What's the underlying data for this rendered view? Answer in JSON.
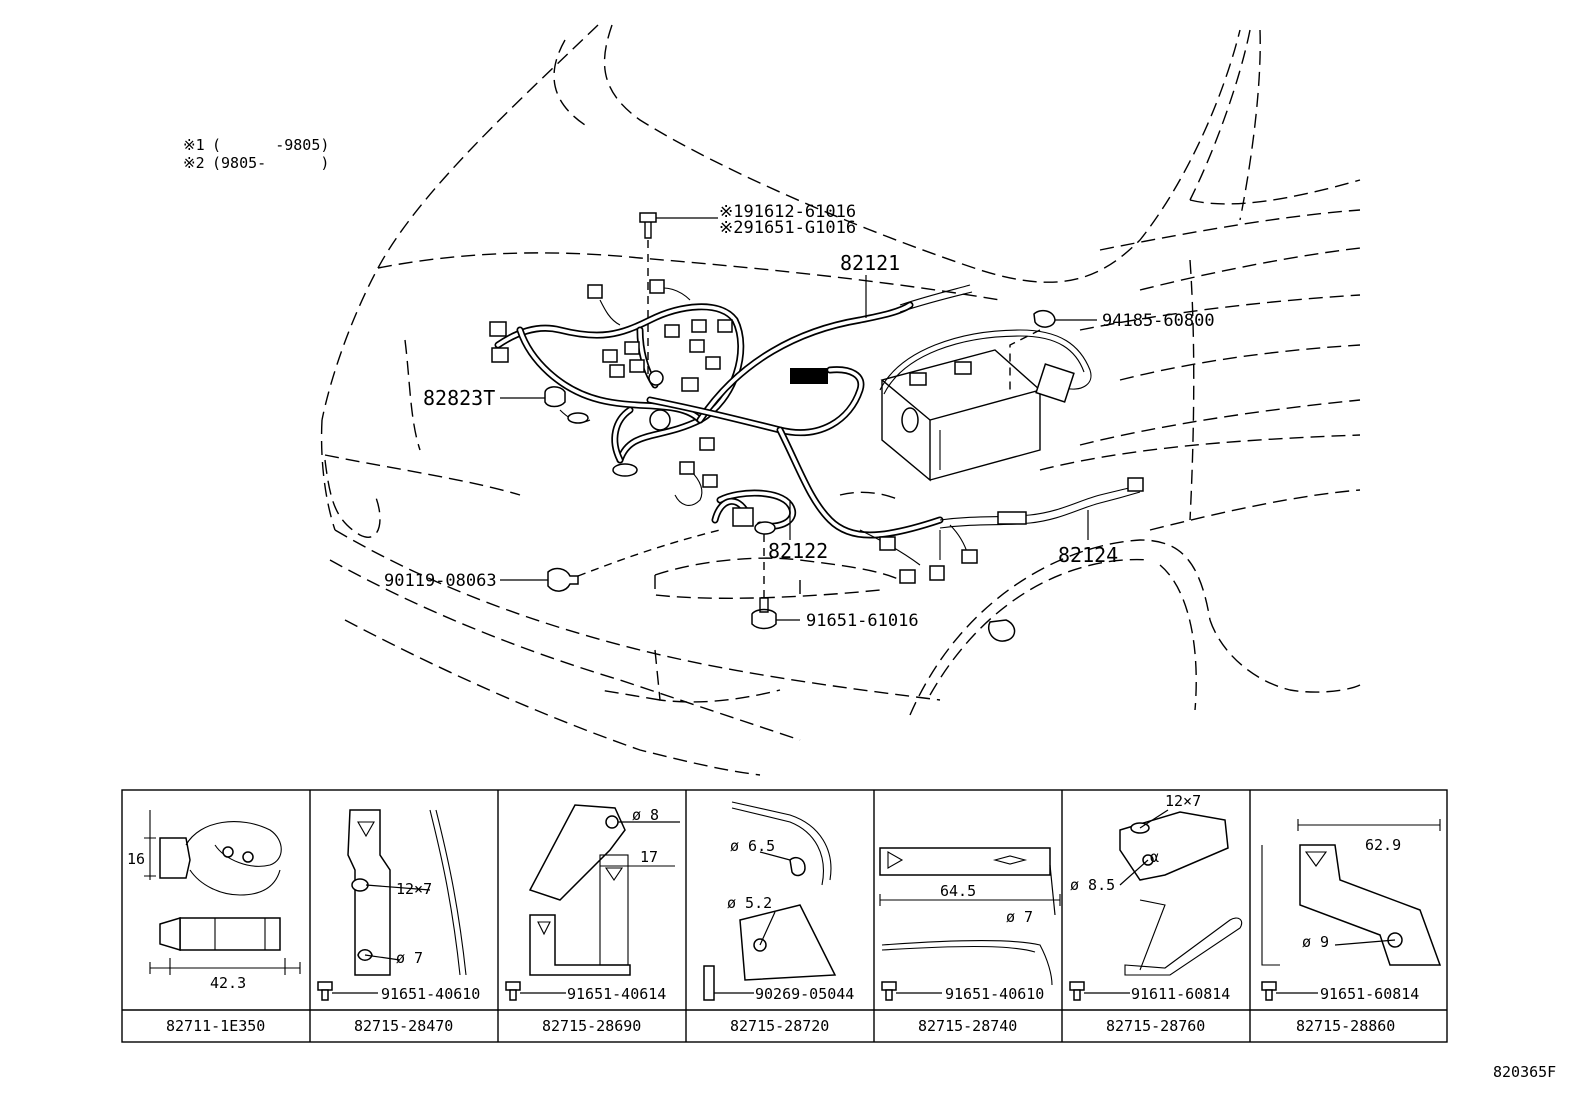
{
  "notes": [
    {
      "marker": "※1",
      "range": "(      -9805)"
    },
    {
      "marker": "※2",
      "range": "(9805-      )"
    }
  ],
  "callouts": {
    "bolt_top_1": "※191612-61016",
    "bolt_top_2": "※291651-G1016",
    "harness_82121": "82121",
    "grommet_94185": "94185-60800",
    "sensor_82823T": "82823T",
    "harness_82122": "82122",
    "harness_82124": "82124",
    "clip_90119": "90119-08063",
    "bolt_91651_61016": "91651-61016"
  },
  "parts_table": [
    {
      "part": "82711-1E350",
      "dims": [
        "16",
        "42.3"
      ],
      "fastener": ""
    },
    {
      "part": "82715-28470",
      "dims": [
        "12×7",
        "ø 7"
      ],
      "fastener": "91651-40610"
    },
    {
      "part": "82715-28690",
      "dims": [
        "ø 8",
        "17"
      ],
      "fastener": "91651-40614"
    },
    {
      "part": "82715-28720",
      "dims": [
        "ø 6.5",
        "ø 5.2"
      ],
      "fastener": "90269-05044"
    },
    {
      "part": "82715-28740",
      "dims": [
        "64.5",
        "ø 7"
      ],
      "fastener": "91651-40610"
    },
    {
      "part": "82715-28760",
      "dims": [
        "12×7",
        "ø 8.5",
        "α"
      ],
      "fastener": "91611-60814"
    },
    {
      "part": "82715-28860",
      "dims": [
        "62.9",
        "ø 9"
      ],
      "fastener": "91651-60814"
    }
  ],
  "diagram_code": "820365F"
}
